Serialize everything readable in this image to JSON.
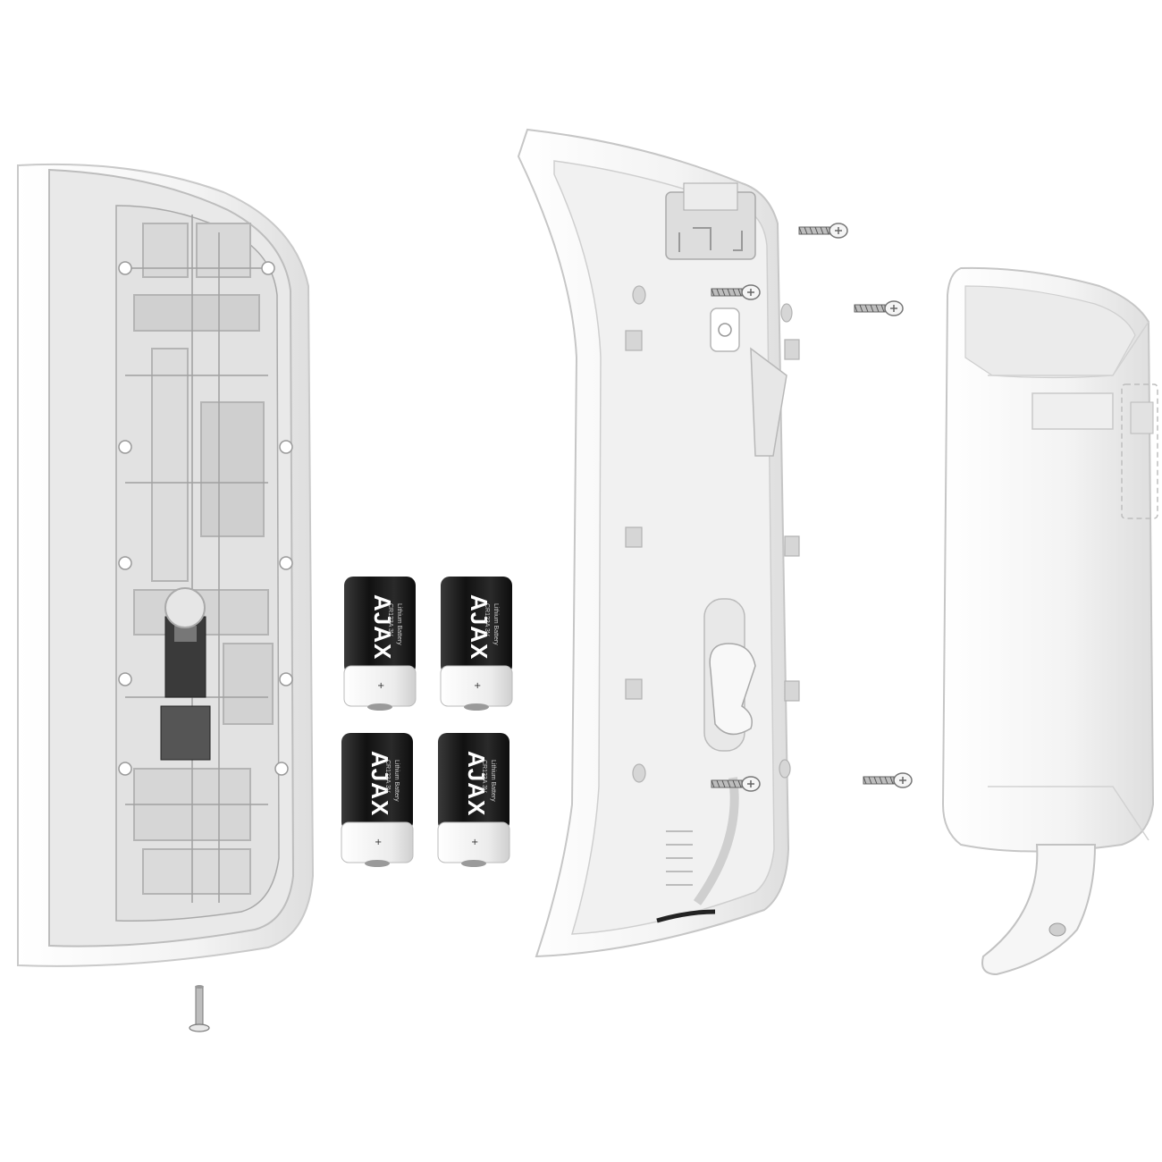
{
  "image": {
    "background_color": "#ffffff",
    "parts": [
      {
        "name": "detector-back-casing"
      },
      {
        "name": "mounting-bracket"
      },
      {
        "name": "rear-cover"
      },
      {
        "name": "lithium-batteries"
      },
      {
        "name": "mounting-screws"
      }
    ]
  },
  "batteries": {
    "brand": "AJAX",
    "count": 4,
    "type_label": "CR123A 3V",
    "subtype_label": "Lithium Battery",
    "body_color": "#1c1c1c",
    "cap_color": "#f2f2f2"
  },
  "colors": {
    "plastic": "#f1f1f1",
    "plastic_shadow": "#d9d9d9",
    "inner": "#e4e4e4",
    "dark_part": "#3a3a3a"
  }
}
